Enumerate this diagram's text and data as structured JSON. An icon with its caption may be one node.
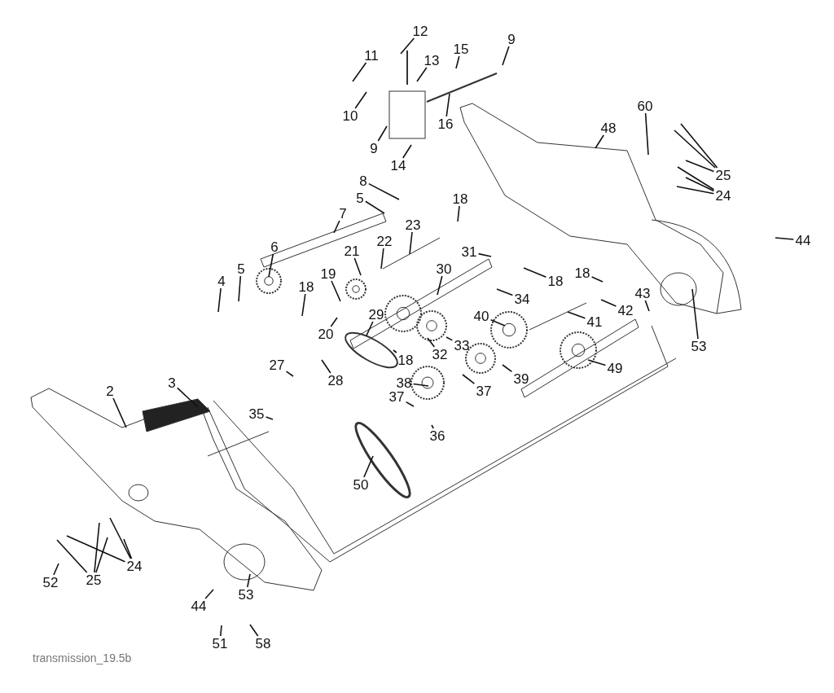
{
  "diagram": {
    "nodes": [
      {
        "text": [
          "12"
        ]
      },
      {
        "text": [
          "11"
        ]
      },
      {
        "text": [
          "13"
        ]
      },
      {
        "text": [
          "15"
        ]
      },
      {
        "text": [
          "9"
        ]
      },
      {
        "text": [
          "10"
        ]
      },
      {
        "text": [
          "16"
        ]
      },
      {
        "text": [
          "60"
        ]
      },
      {
        "text": [
          "48"
        ]
      },
      {
        "text": [
          "9"
        ]
      },
      {
        "text": [
          "14"
        ]
      },
      {
        "text": [
          "25"
        ]
      },
      {
        "text": [
          "8"
        ]
      },
      {
        "text": [
          "24"
        ]
      },
      {
        "text": [
          "5"
        ]
      },
      {
        "text": [
          "7"
        ]
      },
      {
        "text": [
          "23"
        ]
      },
      {
        "text": [
          "18"
        ]
      },
      {
        "text": [
          "31"
        ]
      },
      {
        "text": [
          "6"
        ]
      },
      {
        "text": [
          "22"
        ]
      },
      {
        "text": [
          "21"
        ]
      },
      {
        "text": [
          "5"
        ]
      },
      {
        "text": [
          "30"
        ]
      },
      {
        "text": [
          "18"
        ]
      },
      {
        "text": [
          "4"
        ]
      },
      {
        "text": [
          "19"
        ]
      },
      {
        "text": [
          "18"
        ]
      },
      {
        "text": [
          "18"
        ]
      },
      {
        "text": [
          "34"
        ]
      },
      {
        "text": [
          "42"
        ]
      },
      {
        "text": [
          "43"
        ]
      },
      {
        "text": [
          "29"
        ]
      },
      {
        "text": [
          "40"
        ]
      },
      {
        "text": [
          "41"
        ]
      },
      {
        "text": [
          "20"
        ]
      },
      {
        "text": [
          "18"
        ]
      },
      {
        "text": [
          "32"
        ]
      },
      {
        "text": [
          "33"
        ]
      },
      {
        "text": [
          "44"
        ]
      },
      {
        "text": [
          "53"
        ]
      },
      {
        "text": [
          "38"
        ]
      },
      {
        "text": [
          "49"
        ]
      },
      {
        "text": [
          "39"
        ]
      },
      {
        "text": [
          "37"
        ]
      },
      {
        "text": [
          "3"
        ]
      },
      {
        "text": [
          "27"
        ]
      },
      {
        "text": [
          "28"
        ]
      },
      {
        "text": [
          "2"
        ]
      },
      {
        "text": [
          "37"
        ]
      },
      {
        "text": [
          "35"
        ]
      },
      {
        "text": [
          "36"
        ]
      },
      {
        "text": [
          "50"
        ]
      },
      {
        "text": [
          "24"
        ]
      },
      {
        "text": [
          "25"
        ]
      },
      {
        "text": [
          "52"
        ]
      },
      {
        "text": [
          "53"
        ]
      },
      {
        "text": [
          "44"
        ]
      },
      {
        "text": [
          "51"
        ]
      },
      {
        "text": [
          "58"
        ]
      }
    ],
    "edges": [
      {
        "from": 0,
        "to": null,
        "arrow": "none"
      },
      {
        "from": 1,
        "to": null,
        "arrow": "none"
      },
      {
        "from": 2,
        "to": null,
        "arrow": "none"
      },
      {
        "from": 3,
        "to": null,
        "arrow": "none"
      },
      {
        "from": 4,
        "to": null,
        "arrow": "none"
      },
      {
        "from": 5,
        "to": null,
        "arrow": "none"
      },
      {
        "from": 6,
        "to": null,
        "arrow": "none"
      },
      {
        "from": 7,
        "to": null,
        "arrow": "none"
      },
      {
        "from": 8,
        "to": null,
        "arrow": "none"
      },
      {
        "from": 9,
        "to": null,
        "arrow": "none"
      },
      {
        "from": 10,
        "to": null,
        "arrow": "none"
      },
      {
        "from": 11,
        "to": null,
        "arrow": "none"
      },
      {
        "from": 11,
        "to": null,
        "arrow": "none"
      },
      {
        "from": 11,
        "to": null,
        "arrow": "none"
      },
      {
        "from": 12,
        "to": null,
        "arrow": "none"
      },
      {
        "from": 13,
        "to": null,
        "arrow": "none"
      },
      {
        "from": 13,
        "to": null,
        "arrow": "none"
      },
      {
        "from": 13,
        "to": null,
        "arrow": "none"
      },
      {
        "from": 14,
        "to": null,
        "arrow": "none"
      },
      {
        "from": 15,
        "to": null,
        "arrow": "none"
      },
      {
        "from": 16,
        "to": null,
        "arrow": "none"
      },
      {
        "from": 17,
        "to": null,
        "arrow": "none"
      },
      {
        "from": 18,
        "to": null,
        "arrow": "none"
      },
      {
        "from": 19,
        "to": null,
        "arrow": "none"
      },
      {
        "from": 20,
        "to": null,
        "arrow": "none"
      },
      {
        "from": 21,
        "to": null,
        "arrow": "none"
      },
      {
        "from": 22,
        "to": null,
        "arrow": "none"
      },
      {
        "from": 23,
        "to": null,
        "arrow": "none"
      },
      {
        "from": 24,
        "to": null,
        "arrow": "none"
      },
      {
        "from": 25,
        "to": null,
        "arrow": "none"
      },
      {
        "from": 26,
        "to": null,
        "arrow": "none"
      },
      {
        "from": 27,
        "to": null,
        "arrow": "none"
      },
      {
        "from": 28,
        "to": null,
        "arrow": "none"
      },
      {
        "from": 29,
        "to": null,
        "arrow": "none"
      },
      {
        "from": 30,
        "to": null,
        "arrow": "none"
      },
      {
        "from": 31,
        "to": null,
        "arrow": "none"
      },
      {
        "from": 32,
        "to": null,
        "arrow": "none"
      },
      {
        "from": 33,
        "to": null,
        "arrow": "none"
      },
      {
        "from": 34,
        "to": null,
        "arrow": "none"
      },
      {
        "from": 35,
        "to": null,
        "arrow": "none"
      },
      {
        "from": 36,
        "to": null,
        "arrow": "none"
      },
      {
        "from": 37,
        "to": null,
        "arrow": "none"
      },
      {
        "from": 38,
        "to": null,
        "arrow": "none"
      },
      {
        "from": 39,
        "to": null,
        "arrow": "none"
      },
      {
        "from": 40,
        "to": null,
        "arrow": "none"
      },
      {
        "from": 41,
        "to": null,
        "arrow": "none"
      },
      {
        "from": 42,
        "to": null,
        "arrow": "none"
      },
      {
        "from": 43,
        "to": null,
        "arrow": "none"
      },
      {
        "from": 44,
        "to": null,
        "arrow": "none"
      },
      {
        "from": 45,
        "to": null,
        "arrow": "none"
      },
      {
        "from": 46,
        "to": null,
        "arrow": "none"
      },
      {
        "from": 47,
        "to": null,
        "arrow": "none"
      },
      {
        "from": 48,
        "to": null,
        "arrow": "none"
      },
      {
        "from": 49,
        "to": null,
        "arrow": "none"
      },
      {
        "from": 50,
        "to": null,
        "arrow": "none"
      },
      {
        "from": 51,
        "to": null,
        "arrow": "none"
      },
      {
        "from": 52,
        "to": null,
        "arrow": "none"
      },
      {
        "from": 53,
        "to": null,
        "arrow": "none"
      },
      {
        "from": 53,
        "to": null,
        "arrow": "none"
      },
      {
        "from": 53,
        "to": null,
        "arrow": "none"
      },
      {
        "from": 54,
        "to": null,
        "arrow": "none"
      },
      {
        "from": 54,
        "to": null,
        "arrow": "none"
      },
      {
        "from": 54,
        "to": null,
        "arrow": "none"
      },
      {
        "from": 55,
        "to": null,
        "arrow": "none"
      },
      {
        "from": 56,
        "to": null,
        "arrow": "none"
      },
      {
        "from": 57,
        "to": null,
        "arrow": "none"
      },
      {
        "from": 58,
        "to": null,
        "arrow": "none"
      },
      {
        "from": 59,
        "to": null,
        "arrow": "none"
      }
    ],
    "labels": [
      "transmission_19.5b"
    ]
  }
}
